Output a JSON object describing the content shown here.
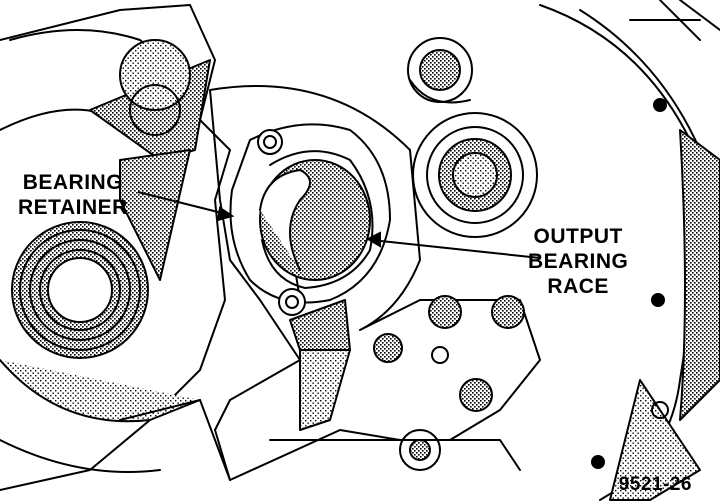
{
  "labels": {
    "bearing_retainer": [
      "BEARING",
      "RETAINER"
    ],
    "output_bearing_race": [
      "OUTPUT",
      "BEARING",
      "RACE"
    ]
  },
  "figure_id": "9521-26",
  "colors": {
    "ink": "#000000",
    "paper": "#ffffff",
    "shade": "#9a9a9a"
  }
}
